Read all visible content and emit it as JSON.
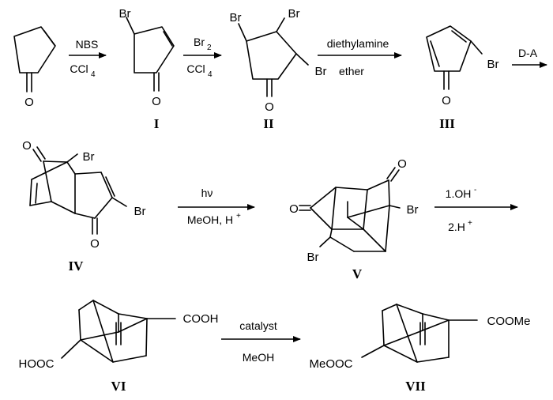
{
  "title": "",
  "compounds": [
    {
      "id": "start",
      "label": "",
      "substituents": [
        "O"
      ]
    },
    {
      "id": "I",
      "label": "I",
      "substituents": [
        "Br",
        "O"
      ]
    },
    {
      "id": "II",
      "label": "II",
      "substituents": [
        "Br",
        "Br",
        "Br",
        "O"
      ]
    },
    {
      "id": "III",
      "label": "III",
      "substituents": [
        "Br",
        "O"
      ]
    },
    {
      "id": "IV",
      "label": "IV",
      "substituents": [
        "O",
        "Br",
        "O",
        "Br"
      ]
    },
    {
      "id": "V",
      "label": "V",
      "substituents": [
        "O",
        "O",
        "Br",
        "Br"
      ]
    },
    {
      "id": "VI",
      "label": "VI",
      "substituents": [
        "COOH",
        "HOOC"
      ]
    },
    {
      "id": "VII",
      "label": "VII",
      "substituents": [
        "COOMe",
        "MeOOC"
      ]
    }
  ],
  "steps": [
    {
      "id": "s1",
      "above": "NBS",
      "below": "CCl",
      "below_sub": "4"
    },
    {
      "id": "s2",
      "above": "Br",
      "above_sub": "2",
      "below": "CCl",
      "below_sub": "4"
    },
    {
      "id": "s3",
      "above": "diethylamine",
      "below": "ether"
    },
    {
      "id": "s4",
      "above": "D-A",
      "below": ""
    },
    {
      "id": "s5",
      "above": "hν",
      "below": "MeOH, H",
      "below_sup": "+"
    },
    {
      "id": "s6",
      "above": "1.OH",
      "above_sup": "-",
      "below": "2.H",
      "below_sup": "+"
    },
    {
      "id": "s7",
      "above": "catalyst",
      "below": "MeOH"
    }
  ]
}
